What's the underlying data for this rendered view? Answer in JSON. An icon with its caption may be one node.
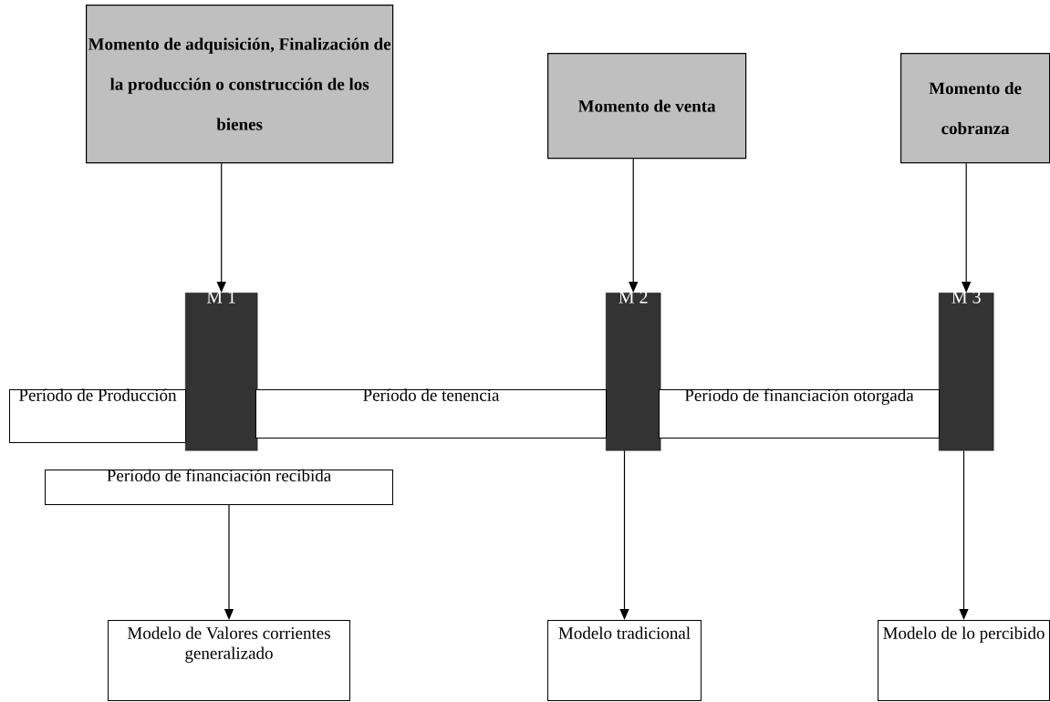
{
  "diagram": {
    "nodes": [
      {
        "text": [
          "Momento de adquisición, Finalización de la producción o construcción de los bienes"
        ]
      },
      {
        "text": [
          "Momento de venta"
        ]
      },
      {
        "text": [
          "Momento de cobranza"
        ]
      },
      {
        "text": [
          "M 1"
        ]
      },
      {
        "text": [
          "M 2"
        ]
      },
      {
        "text": [
          "M 3"
        ]
      },
      {
        "text": [
          "Período de Producción"
        ]
      },
      {
        "text": [
          "Período de tenencia"
        ]
      },
      {
        "text": [
          "Período de financiación otorgada"
        ]
      },
      {
        "text": [
          "Período de financiación recibida"
        ]
      },
      {
        "text": [
          "Modelo de Valores corrientes generalizado"
        ]
      },
      {
        "text": [
          "Modelo tradicional"
        ]
      },
      {
        "text": [
          "Modelo de lo percibido"
        ]
      }
    ],
    "edges": [
      {
        "from": 0,
        "to": 3,
        "arrow": "to"
      },
      {
        "from": 1,
        "to": 4,
        "arrow": "to"
      },
      {
        "from": 2,
        "to": 5,
        "arrow": "to"
      },
      {
        "from": 9,
        "to": 10,
        "arrow": "to"
      },
      {
        "from": 4,
        "to": 11,
        "arrow": "to"
      },
      {
        "from": 5,
        "to": 12,
        "arrow": "to"
      }
    ]
  }
}
